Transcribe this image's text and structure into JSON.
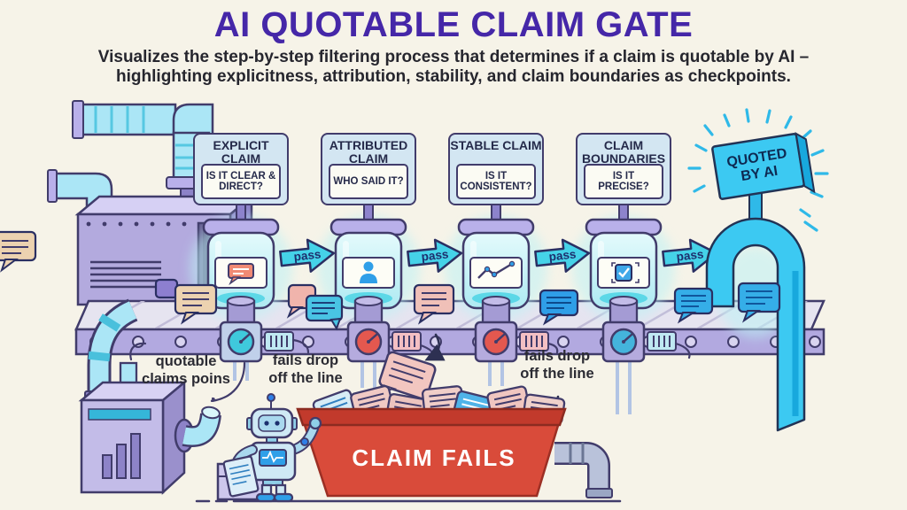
{
  "header": {
    "title": "AI QUOTABLE CLAIM GATE",
    "subtitle_line1": "Visualizes the step-by-step filtering process that determines if a claim is quotable by AI –",
    "subtitle_line2": "highlighting explicitness, attribution, stability, and claim boundaries as checkpoints."
  },
  "checkpoints": [
    {
      "name": "EXPLICIT CLAIM",
      "question": "IS IT CLEAR & DIRECT?",
      "jar_icon": "speech-bubble-icon"
    },
    {
      "name": "ATTRIBUTED CLAIM",
      "question": "WHO SAID IT?",
      "jar_icon": "person-icon"
    },
    {
      "name": "STABLE CLAIM",
      "question": "IS IT CONSISTENT?",
      "jar_icon": "trend-chart-icon"
    },
    {
      "name": "CLAIM BOUNDARIES",
      "question": "IS IT PRECISE?",
      "jar_icon": "checkbox-icon"
    }
  ],
  "conveyor": {
    "pass_label": "pass"
  },
  "end_gate": {
    "label": "QUOTED BY AI"
  },
  "annotations": {
    "quotable_output": "quotable claims poins",
    "fails_left": "fails drop off the line",
    "fails_right": "fails drop off the line"
  },
  "fail_bin": {
    "label": "CLAIM FAILS"
  },
  "palette": {
    "background": "#f6f3e8",
    "title_purple": "#4527a8",
    "sign_fill": "#d3e6f2",
    "jar_glass": "#bff0f4",
    "pass_arrow_cyan": "#45d2e8",
    "belt_front_purple": "#b2a9e0",
    "bin_red": "#d94b3a",
    "gate_cyan": "#3cc9f2",
    "gauge_teal": "#3fc9dc",
    "gauge_red": "#e4584f"
  }
}
